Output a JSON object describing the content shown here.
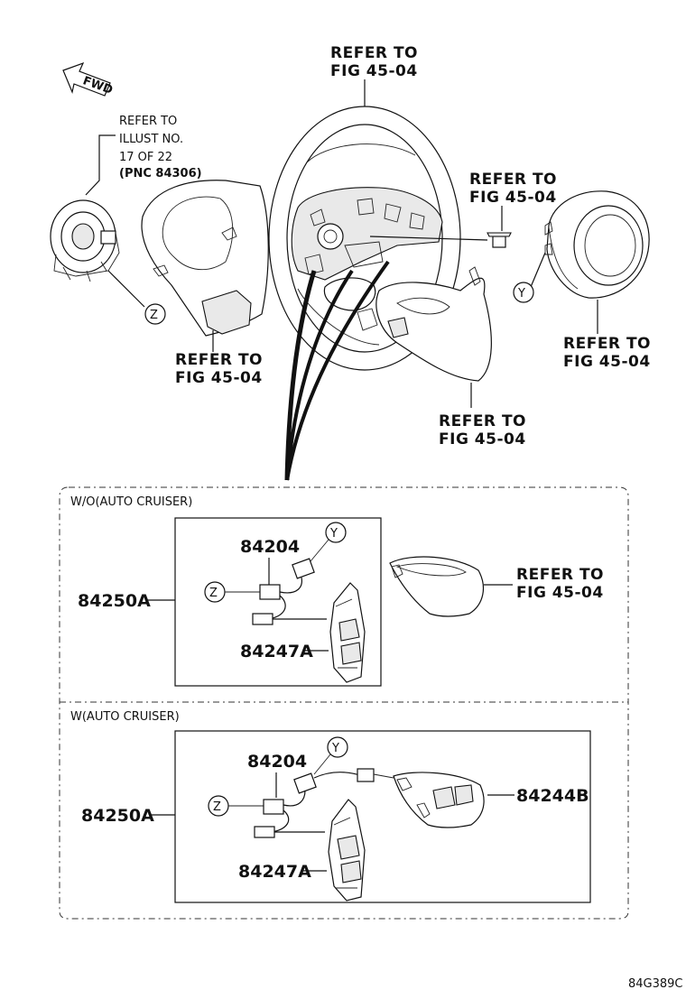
{
  "fwd_label": "FWD",
  "refer_labels": {
    "wheel": [
      "REFER TO",
      "FIG 45-04"
    ],
    "bolt": [
      "REFER TO",
      "FIG 45-04"
    ],
    "left_cover": [
      "REFER TO",
      "FIG 45-04"
    ],
    "airbag": [
      "REFER TO",
      "FIG 45-04"
    ],
    "lower_cover": [
      "REFER TO",
      "FIG 45-04"
    ],
    "sw_cover": [
      "REFER TO",
      "FIG 45-04"
    ],
    "spiral": [
      "REFER TO",
      "ILLUST NO.",
      "17 OF 22",
      "(PNC 84306)"
    ]
  },
  "markers": {
    "z": "Z",
    "y": "Y"
  },
  "sections": {
    "wo": {
      "title": "W/O(AUTO CRUISER)",
      "parts": {
        "assy": "84250A",
        "wire": "84204",
        "switch": "84247A"
      }
    },
    "w": {
      "title": "W(AUTO CRUISER)",
      "parts": {
        "assy": "84250A",
        "wire": "84204",
        "switch": "84247A",
        "cruise": "84244B"
      }
    }
  },
  "figure_code": "84G389C"
}
